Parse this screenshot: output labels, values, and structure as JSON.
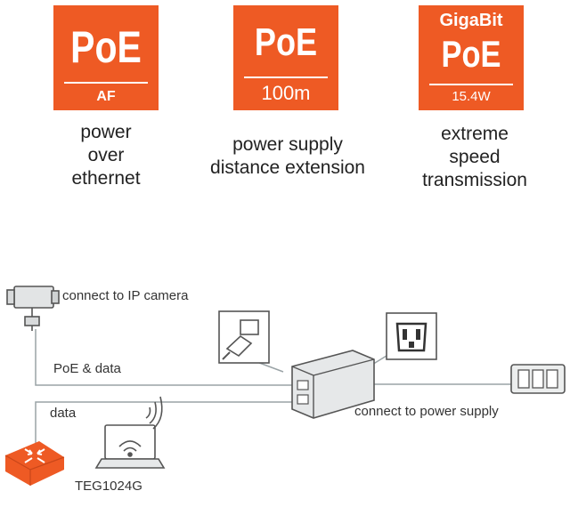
{
  "badges": [
    {
      "top": "",
      "main": "PoE",
      "sub": "AF"
    },
    {
      "top": "",
      "main": "PoE",
      "sub": "100m"
    },
    {
      "top": "GigaBit",
      "main": "PoE",
      "sub": "15.4W"
    }
  ],
  "captions": [
    [
      "power",
      "over",
      "ethernet"
    ],
    [
      "power supply",
      "distance extension"
    ],
    [
      "extreme",
      "speed",
      "transmission"
    ]
  ],
  "labels": {
    "camera": "connect to IP camera",
    "poe_data": "PoE & data",
    "data": "data",
    "power": "connect to power supply",
    "switch": "TEG1024G"
  },
  "colors": {
    "accent": "#ee5a24",
    "line": "#9aa3a6"
  }
}
